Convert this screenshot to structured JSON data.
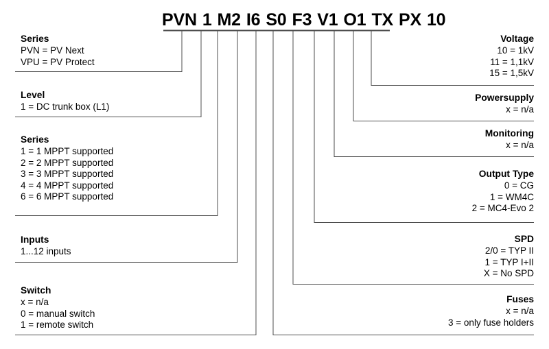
{
  "diagram": {
    "title_code": "PVN 1 M2 I6 S0 F3 V1 O1 TX PX 10",
    "line_color": "#4d4d4d",
    "text_color": "#000000",
    "background": "#ffffff",
    "code_segments": [
      {
        "label": "PVN"
      },
      {
        "label": "1"
      },
      {
        "label": "M2"
      },
      {
        "label": "I6"
      },
      {
        "label": "S0"
      },
      {
        "label": "F3"
      },
      {
        "label": "V1"
      },
      {
        "label": "O1"
      },
      {
        "label": "TX"
      },
      {
        "label": "PX"
      },
      {
        "label": "10"
      }
    ],
    "left_blocks": [
      {
        "title": "Series",
        "entries": [
          "PVN = PV Next",
          "VPU = PV Protect"
        ]
      },
      {
        "title": "Level",
        "entries": [
          "1 = DC trunk box (L1)"
        ]
      },
      {
        "title": "Series",
        "entries": [
          "1 = 1 MPPT supported",
          "2 = 2 MPPT supported",
          "3 = 3 MPPT supported",
          "4 = 4 MPPT supported",
          "6 = 6 MPPT supported"
        ]
      },
      {
        "title": "Inputs",
        "entries": [
          "1...12 inputs"
        ]
      },
      {
        "title": "Switch",
        "entries": [
          "x = n/a",
          "0 = manual switch",
          "1 = remote switch"
        ]
      }
    ],
    "right_blocks": [
      {
        "title": "Voltage",
        "entries": [
          "10 = 1kV",
          "11 = 1,1kV",
          "15 = 1,5kV"
        ]
      },
      {
        "title": "Powersupply",
        "entries": [
          "x = n/a"
        ]
      },
      {
        "title": "Monitoring",
        "entries": [
          "x = n/a"
        ]
      },
      {
        "title": "Output Type",
        "entries": [
          "0 = CG",
          "1 = WM4C",
          "2 = MC4-Evo 2"
        ]
      },
      {
        "title": "SPD",
        "entries": [
          "2/0 = TYP II",
          "1 = TYP I+II",
          "X = No SPD"
        ]
      },
      {
        "title": "Fuses",
        "entries": [
          "x = n/a",
          "3 = only fuse holders"
        ]
      }
    ]
  }
}
